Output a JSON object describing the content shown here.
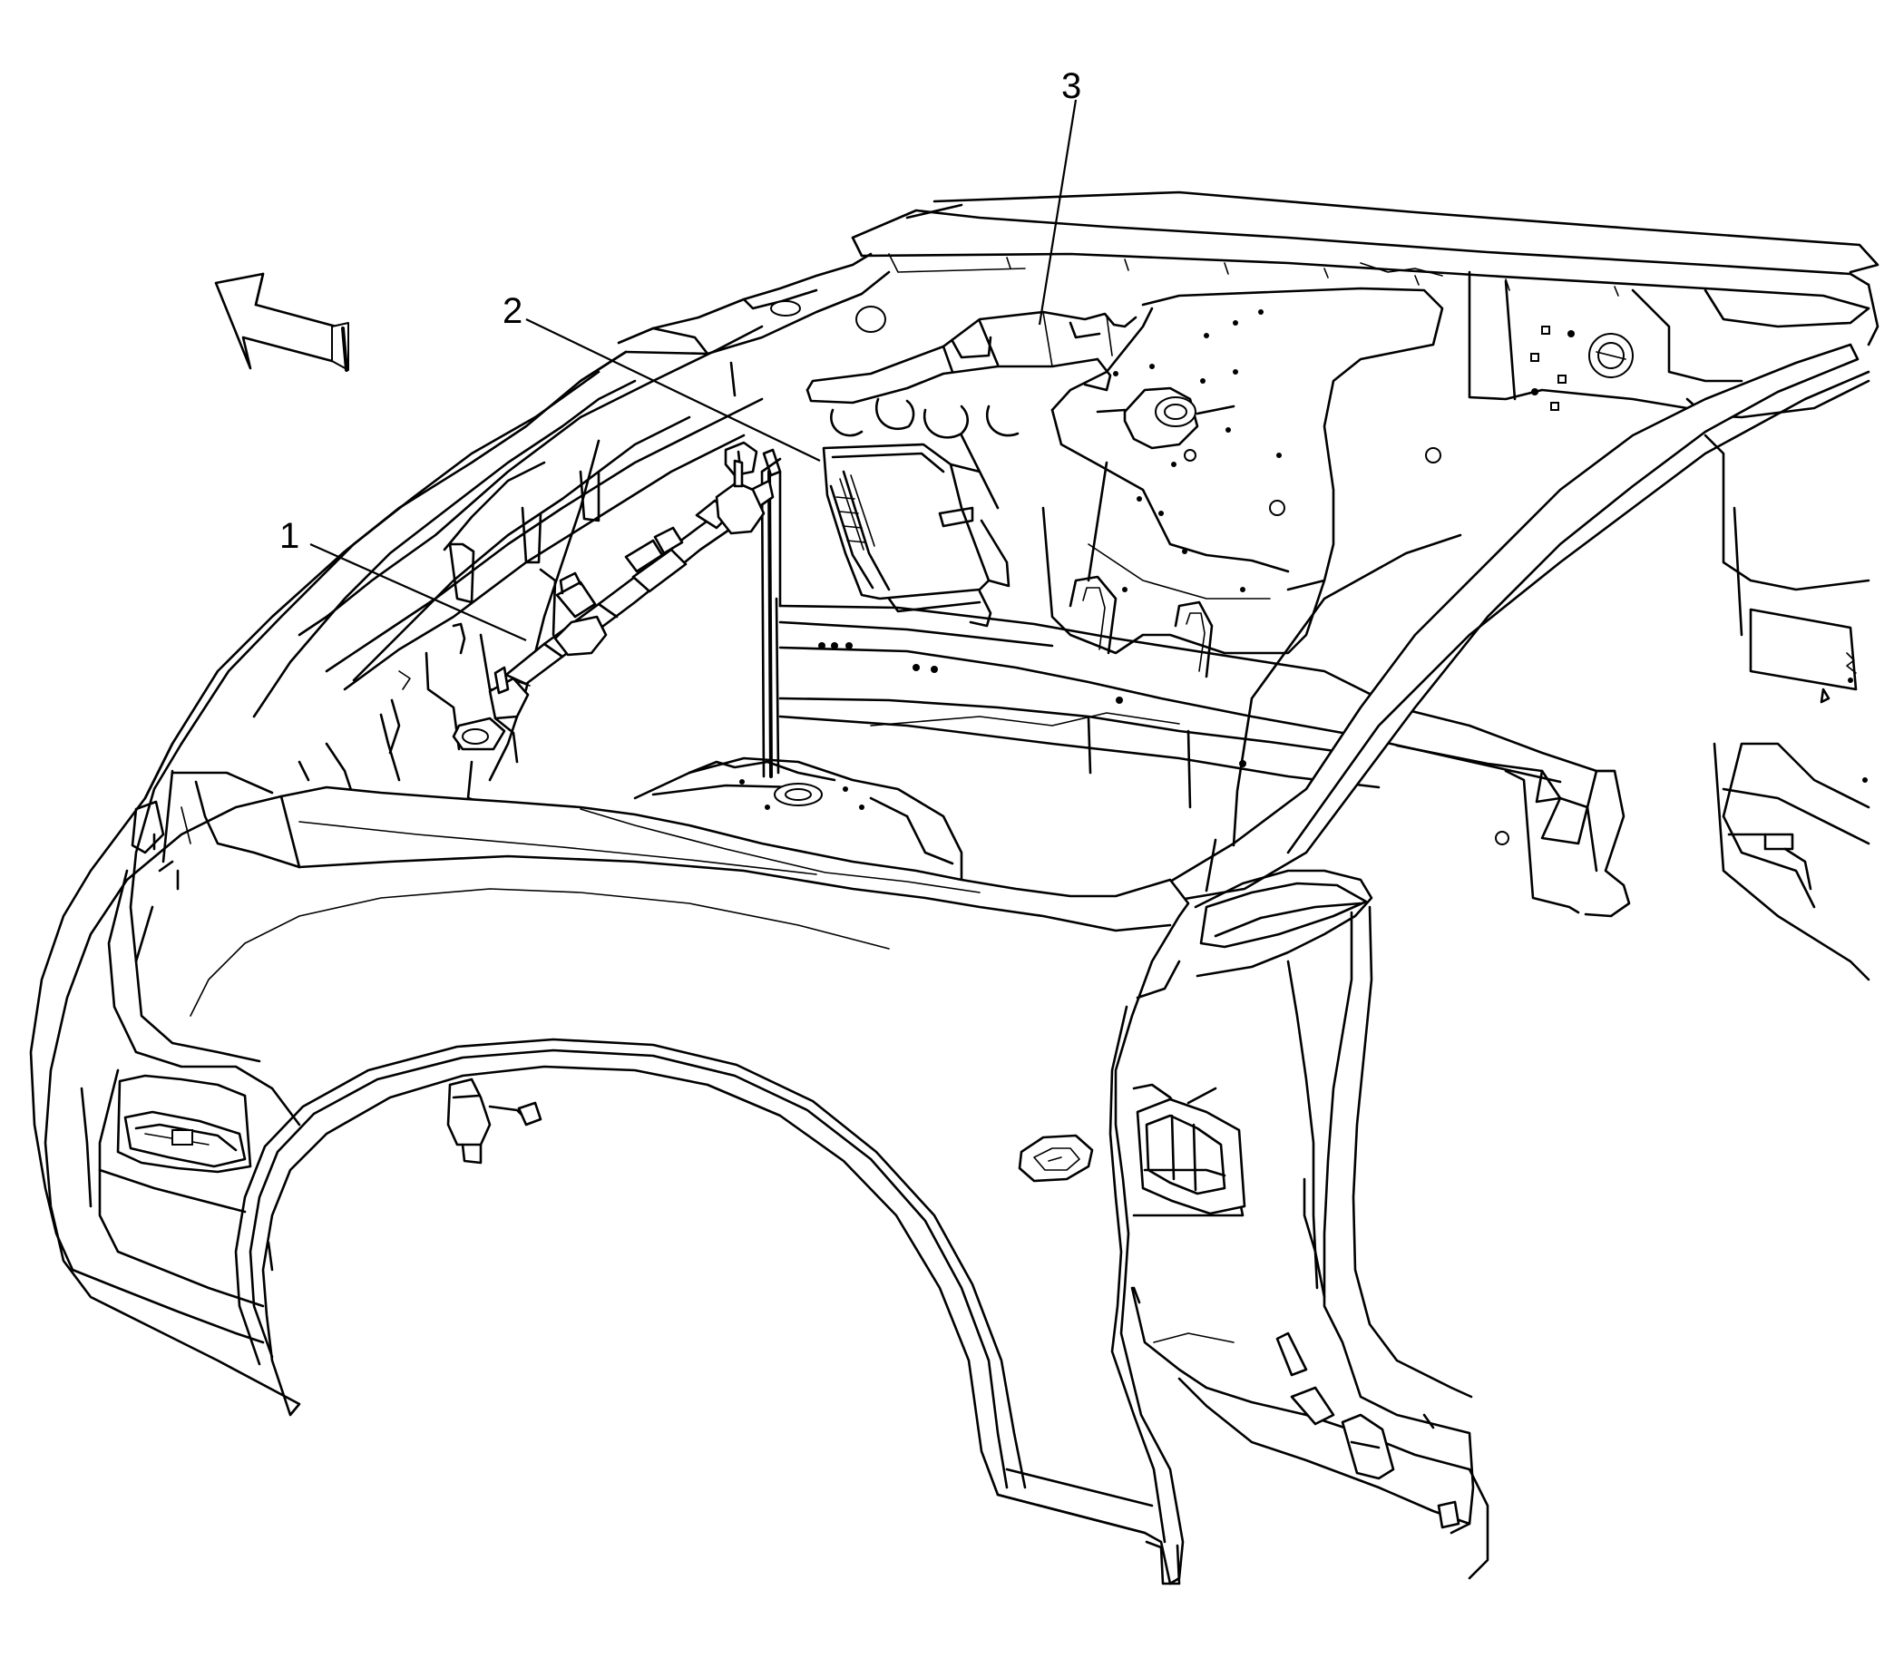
{
  "figure": {
    "background": "#ffffff",
    "line_color": "#000000",
    "direction_arrow": "arrow-icon",
    "callouts": [
      {
        "id": "1",
        "label": "1"
      },
      {
        "id": "2",
        "label": "2"
      },
      {
        "id": "3",
        "label": "3"
      }
    ]
  }
}
